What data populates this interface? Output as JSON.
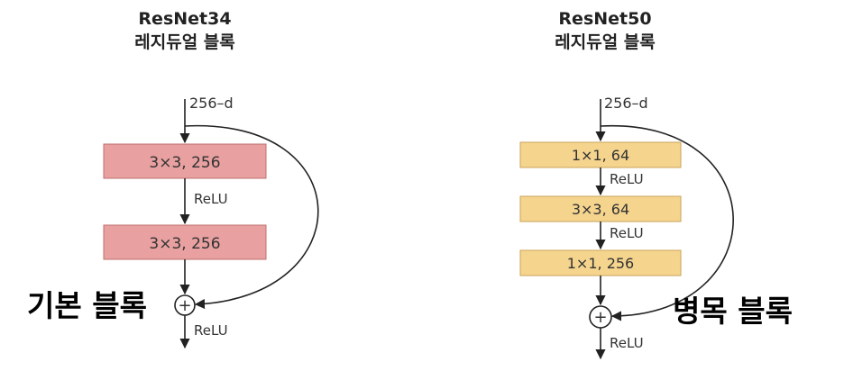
{
  "left_block": {
    "title_line1": "ResNet34",
    "title_line2": "레지듀얼 블록",
    "input_dim": "256–d",
    "layer1": "3×3, 256",
    "relu_mid": "ReLU",
    "layer2": "3×3, 256",
    "relu_out": "ReLU",
    "big_label": "기본 블록",
    "layer_color": "#e8a0a0"
  },
  "right_block": {
    "title_line1": "ResNet50",
    "title_line2": "레지듀얼 블록",
    "input_dim": "256–d",
    "layer1": "1×1, 64",
    "relu1": "ReLU",
    "layer2": "3×3, 64",
    "relu2": "ReLU",
    "layer3": "1×1, 256",
    "relu_out": "ReLU",
    "big_label": "병목 블록",
    "layer_color": "#f5d48e"
  },
  "add_symbol": "+"
}
